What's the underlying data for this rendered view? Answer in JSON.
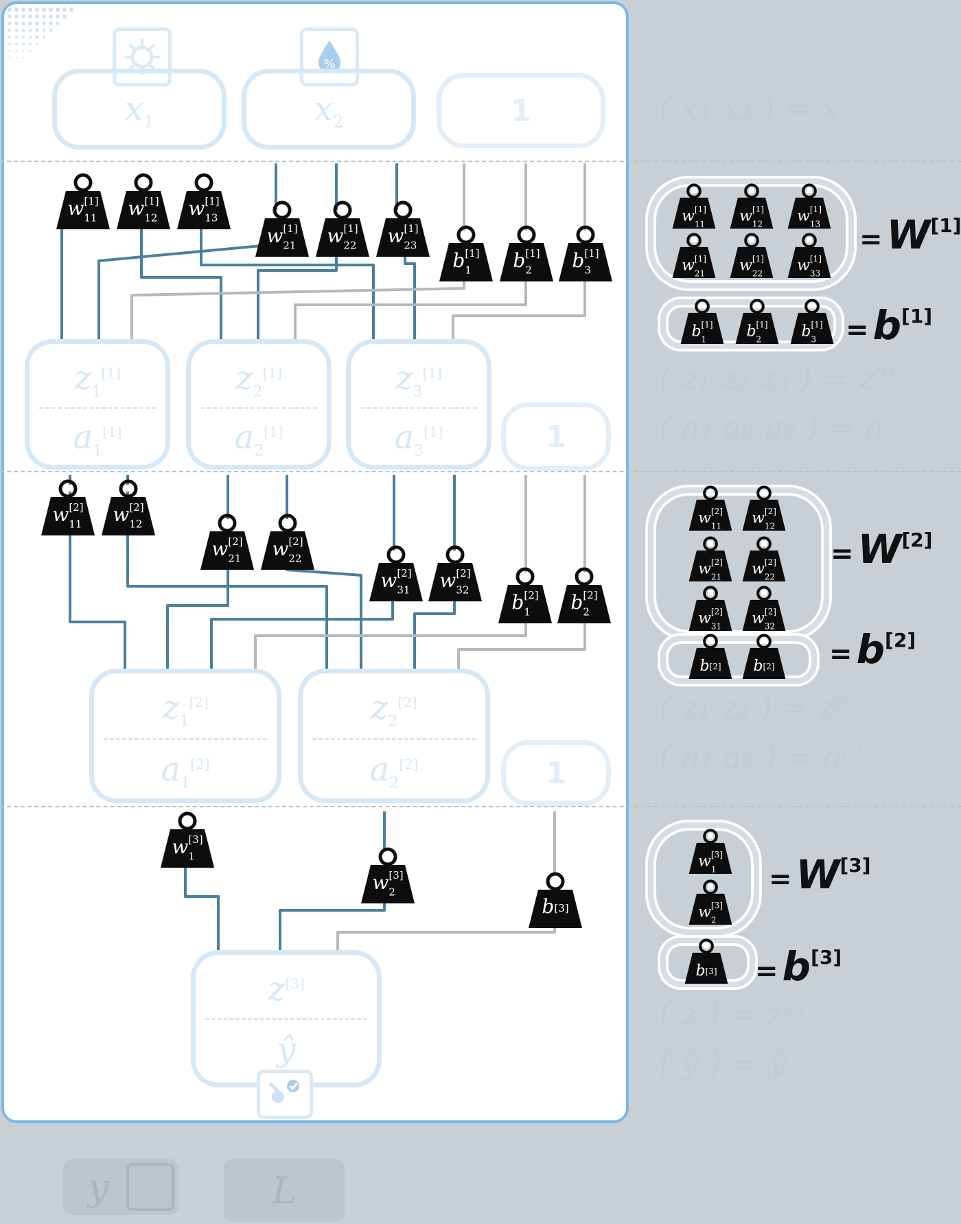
{
  "inputs": {
    "x1_label": "x",
    "x1_sub": "1",
    "x2_label": "x",
    "x2_sub": "2",
    "const_label": "1"
  },
  "layer1": {
    "weights": [
      {
        "base": "w",
        "sub": "11",
        "sup": "[1]"
      },
      {
        "base": "w",
        "sub": "12",
        "sup": "[1]"
      },
      {
        "base": "w",
        "sub": "13",
        "sup": "[1]"
      },
      {
        "base": "w",
        "sub": "21",
        "sup": "[1]"
      },
      {
        "base": "w",
        "sub": "22",
        "sup": "[1]"
      },
      {
        "base": "w",
        "sub": "23",
        "sup": "[1]"
      }
    ],
    "biases": [
      {
        "base": "b",
        "sub": "1",
        "sup": "[1]"
      },
      {
        "base": "b",
        "sub": "2",
        "sup": "[1]"
      },
      {
        "base": "b",
        "sub": "3",
        "sup": "[1]"
      }
    ],
    "nodes": [
      {
        "z": "z",
        "a": "a",
        "sub": "1",
        "sup": "[1]"
      },
      {
        "z": "z",
        "a": "a",
        "sub": "2",
        "sup": "[1]"
      },
      {
        "z": "z",
        "a": "a",
        "sub": "3",
        "sup": "[1]"
      }
    ],
    "const_label": "1"
  },
  "layer2": {
    "weights": [
      {
        "base": "w",
        "sub": "11",
        "sup": "[2]"
      },
      {
        "base": "w",
        "sub": "12",
        "sup": "[2]"
      },
      {
        "base": "w",
        "sub": "21",
        "sup": "[2]"
      },
      {
        "base": "w",
        "sub": "22",
        "sup": "[2]"
      },
      {
        "base": "w",
        "sub": "31",
        "sup": "[2]"
      },
      {
        "base": "w",
        "sub": "32",
        "sup": "[2]"
      }
    ],
    "biases": [
      {
        "base": "b",
        "sub": "1",
        "sup": "[2]"
      },
      {
        "base": "b",
        "sub": "2",
        "sup": "[2]"
      }
    ],
    "nodes": [
      {
        "z": "z",
        "a": "a",
        "sub": "1",
        "sup": "[2]"
      },
      {
        "z": "z",
        "a": "a",
        "sub": "2",
        "sup": "[2]"
      }
    ],
    "const_label": "1"
  },
  "layer3": {
    "weights": [
      {
        "base": "w",
        "sub": "1",
        "sup": "[3]"
      },
      {
        "base": "w",
        "sub": "2",
        "sup": "[3]"
      }
    ],
    "bias": {
      "base": "b",
      "sub": "",
      "sup": "[3]"
    },
    "node": {
      "z": "z",
      "sup": "[3]",
      "a": "ŷ"
    }
  },
  "matrices": {
    "W1": {
      "symbol": "W",
      "sup": "[1]",
      "entries": [
        {
          "base": "w",
          "sub": "11",
          "sup": "[1]"
        },
        {
          "base": "w",
          "sub": "12",
          "sup": "[1]"
        },
        {
          "base": "w",
          "sub": "13",
          "sup": "[1]"
        },
        {
          "base": "w",
          "sub": "21",
          "sup": "[1]"
        },
        {
          "base": "w",
          "sub": "22",
          "sup": "[1]"
        },
        {
          "base": "w",
          "sub": "33",
          "sup": "[1]"
        }
      ]
    },
    "b1": {
      "symbol": "b",
      "sup": "[1]",
      "entries": [
        {
          "base": "b",
          "sub": "1",
          "sup": "[1]"
        },
        {
          "base": "b",
          "sub": "2",
          "sup": "[1]"
        },
        {
          "base": "b",
          "sub": "3",
          "sup": "[1]"
        }
      ]
    },
    "W2": {
      "symbol": "W",
      "sup": "[2]",
      "entries": [
        {
          "base": "w",
          "sub": "11",
          "sup": "[2]"
        },
        {
          "base": "w",
          "sub": "12",
          "sup": "[2]"
        },
        {
          "base": "w",
          "sub": "21",
          "sup": "[2]"
        },
        {
          "base": "w",
          "sub": "22",
          "sup": "[2]"
        },
        {
          "base": "w",
          "sub": "31",
          "sup": "[2]"
        },
        {
          "base": "w",
          "sub": "32",
          "sup": "[2]"
        }
      ]
    },
    "b2": {
      "symbol": "b",
      "sup": "[2]",
      "entries": [
        {
          "base": "b",
          "sub": "",
          "sup": "[2]"
        },
        {
          "base": "b",
          "sub": "",
          "sup": "[2]"
        }
      ]
    },
    "W3": {
      "symbol": "W",
      "sup": "[3]",
      "entries": [
        {
          "base": "w",
          "sub": "1",
          "sup": "[3]"
        },
        {
          "base": "w",
          "sub": "2",
          "sup": "[3]"
        }
      ]
    },
    "b3": {
      "symbol": "b",
      "sup": "[3]",
      "entries": [
        {
          "base": "b",
          "sub": "",
          "sup": "[3]"
        }
      ]
    }
  },
  "ghosts": {
    "x_vec": "( x₁  x₂ ) = x",
    "z1_vec": "( z₁  z₂  z₃ ) = z",
    "z1_sup": "[1]",
    "a1_vec": "( a₁  a₂  a₃ ) = a",
    "a1_sup": "[1]",
    "z2_vec": "( z₁  z₂ ) = z",
    "z2_sup": "[2]",
    "a2_vec": "( a₁  a₂ ) = a",
    "a2_sup": "[2]",
    "z3_vec": "( z ) = z",
    "z3_sup": "[3]",
    "y_vec": "( ŷ ) = ŷ"
  },
  "legend": {
    "y_label": "y",
    "loss_label": "L"
  },
  "icons": {
    "x1": "virus-icon",
    "x2": "humidity-icon",
    "out": "diagnosis-icon",
    "legend": "diagnosis-icon"
  },
  "colors": {
    "panel_border": "#7ab8e6",
    "weight_wire": "#4a7f9e",
    "bias_wire": "#b4b9bd",
    "node_outline": "#d5e8f7",
    "weight_fill": "#0d0d0d"
  }
}
